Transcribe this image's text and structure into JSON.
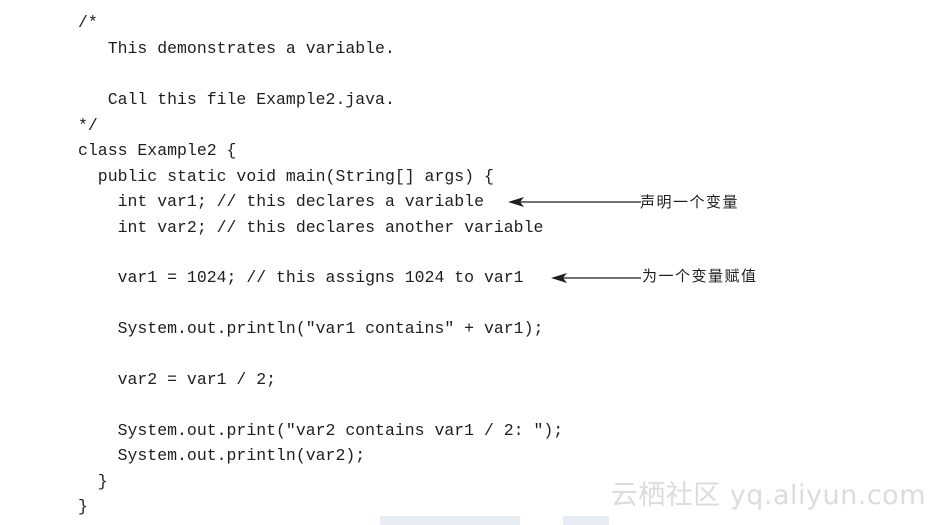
{
  "code_lines": [
    "/*",
    "   This demonstrates a variable.",
    "   Call this file Example2.java.",
    "*/",
    "class Example2 {",
    "  public static void main(String[] args) {",
    "    int var1; // this declares a variable",
    "    int var2; // this declares another variable",
    "    var1 = 1024; // this assigns 1024 to var1",
    "    System.out.println(\"var1 contains\" + var1);",
    "    var2 = var1 / 2;",
    "    System.out.print(\"var2 contains var1 / 2: \");",
    "    System.out.println(var2);",
    "  }",
    "}"
  ],
  "annotations": {
    "declare_variable": "声明一个变量",
    "assign_variable": "为一个变量赋值"
  },
  "watermark": "云栖社区 yq.aliyun.com"
}
